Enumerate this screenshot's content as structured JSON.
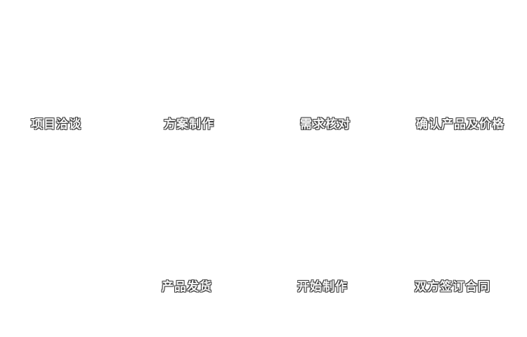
{
  "flow": {
    "top_row": [
      {
        "label": "项目洽谈"
      },
      {
        "label": "方案制作"
      },
      {
        "label": "需求核对"
      },
      {
        "label": "确认产品及价格"
      }
    ],
    "bottom_row": [
      {
        "label": "产品发货"
      },
      {
        "label": "开始制作"
      },
      {
        "label": "双方签订合同"
      }
    ]
  },
  "colors": {
    "background": "#ffffff",
    "label_fill": "#f8f8f8",
    "label_outline": "#3c3c3c"
  }
}
